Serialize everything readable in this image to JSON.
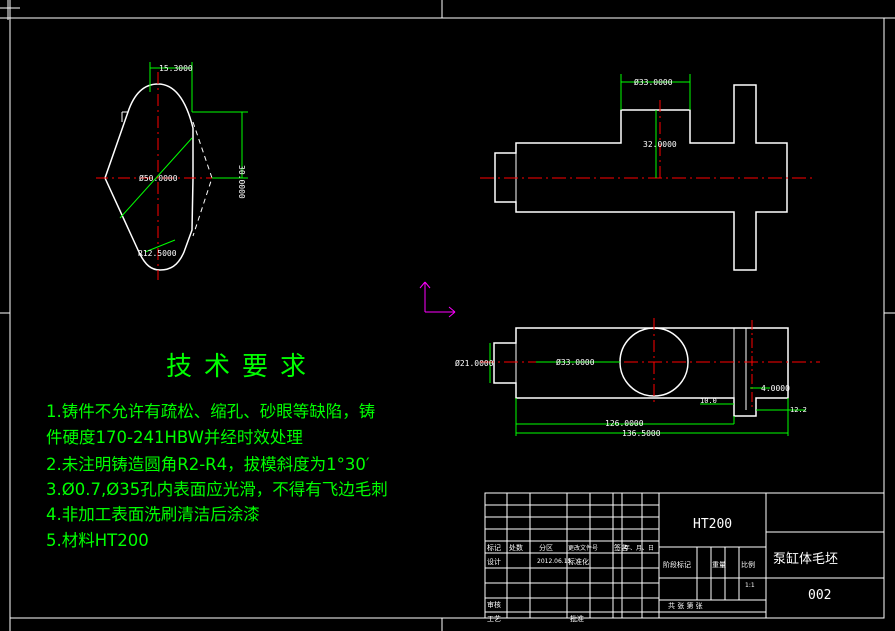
{
  "views": {
    "left": {
      "dim_top": "15.3000",
      "dim_right": "30.0000",
      "dim_center": "Ø50.0000",
      "dim_radius": "R12.5000"
    },
    "right_top": {
      "dim_width": "Ø33.0000",
      "dim_height": "32.0000"
    },
    "right_bottom": {
      "dim_left": "Ø21.0000",
      "dim_mid": "Ø33.0000",
      "dim_right": "4.0000",
      "dim_small": "10.0",
      "dim_small2": "12.2",
      "dim_len1": "126.0000",
      "dim_len2": "136.5000"
    }
  },
  "technical_requirements": {
    "title": "技术要求",
    "items": [
      "1.铸件不允许有疏松、缩孔、砂眼等缺陷，铸",
      "件硬度170-241HBW并经时效处理",
      "2.未注明铸造圆角R2-R4，拔模斜度为1°30′",
      "3.Ø0.7,Ø35孔内表面应光滑，不得有飞边毛刺",
      "4.非加工表面洗刷清洁后涂漆",
      "5.材料HT200"
    ]
  },
  "title_block": {
    "material": "HT200",
    "part_name": "泵缸体毛坯",
    "drawing_no": "002",
    "row_headers": [
      "标记",
      "处数",
      "分区",
      "更改文件号",
      "签名",
      "年、月、日"
    ],
    "design": "设计",
    "date": "2012.06.15",
    "standardize": "标准化",
    "stage_marks": "阶段标记",
    "weight": "重量",
    "scale": "比例",
    "scale_value": "1:1",
    "review": "审核",
    "process": "工艺",
    "approve": "批准",
    "sheets": "共   张  第   张"
  }
}
